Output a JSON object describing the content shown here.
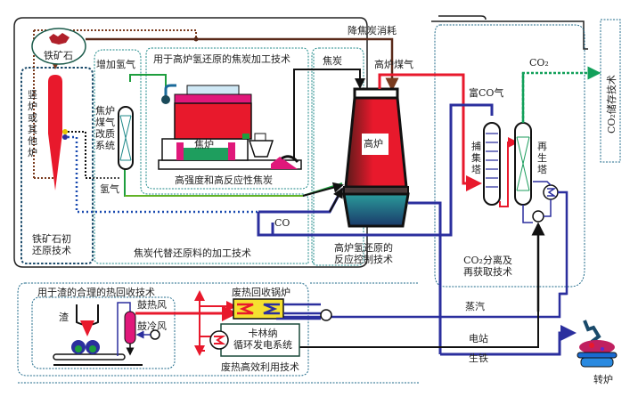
{
  "diagram": {
    "title": "钢铁冶炼低碳技术流程示意",
    "colors": {
      "hot_gas": "#e8192c",
      "cold_flow": "#2b2f9e",
      "hydrogen": "#1e9e3e",
      "ore_path": "#7a3b1e",
      "co2": "#12a05a",
      "furnace_red": "#e8192c",
      "furnace_dark": "#4a1a1a",
      "boiler_yellow": "#f5e030",
      "blower_magenta": "#e0187a",
      "region_border": "#1f8a8a"
    },
    "regions": {
      "outer_group": "降焦炭消耗",
      "ore_prereduction": "铁矿石初\n还原技术",
      "coke_substitute": "焦炭代替还原料的加工技术",
      "coke_processing": "用于高炉氢还原的焦炭加工技术",
      "bf_control": "高炉氢还原的\n反应控制技术",
      "co2_separation": "CO₂分离及\n再获取技术",
      "co2_storage": "CO₂储存技术",
      "slag_heat": "用于渣的合理的热回收技术",
      "waste_heat": "废热高效利用技术"
    },
    "labels": {
      "iron_ore": "铁矿石",
      "shaft_furnace": "竖炉或其他炉",
      "add_hydrogen": "增加氢气",
      "cog_reforming": "焦炉煤气改质系统",
      "hydrogen": "氢气",
      "coke_oven": "焦炉",
      "high_strength_coke": "高强度和高反应性焦炭",
      "coke": "焦炭",
      "bf_gas": "高炉煤气",
      "blast_furnace": "高炉",
      "co": "CO",
      "co_rich_gas": "富CO气",
      "co2": "CO₂",
      "capture_tower": "捕集塔",
      "regen_tower": "再生塔",
      "slag": "渣",
      "hot_blast": "鼓热风",
      "cold_blast": "鼓冷风",
      "waste_heat_boiler": "废热回收锅炉",
      "kalina": "卡林纳\n循环发电系统",
      "steam": "蒸汽",
      "power_station": "电站",
      "pig_iron": "生铁",
      "converter": "转炉"
    },
    "icons": [
      "iron-ore-icon",
      "shaft-furnace-icon",
      "reformer-column-icon",
      "coke-oven-icon",
      "blast-furnace-icon",
      "capture-tower-icon",
      "regeneration-tower-icon",
      "heat-exchanger-icon",
      "pump-icon",
      "slag-granulator-icon",
      "blower-icon",
      "boiler-icon",
      "converter-icon"
    ]
  }
}
